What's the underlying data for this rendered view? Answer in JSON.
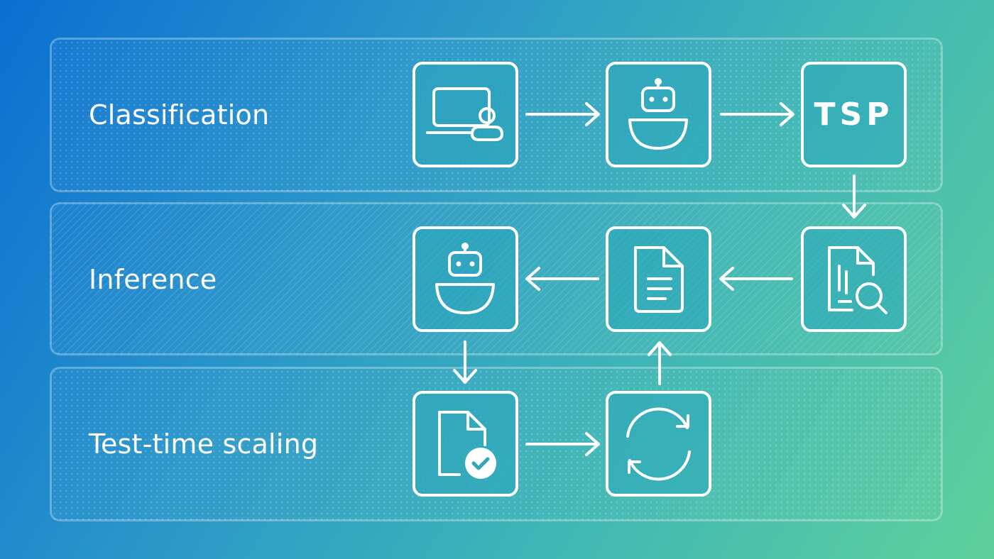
{
  "stages": {
    "classification": "Classification",
    "inference": "Inference",
    "test_time_scaling": "Test-time scaling"
  },
  "nodes": {
    "tsp_text": "TSP",
    "icons": [
      "laptop-user-icon",
      "robot-icon",
      "tsp-icon",
      "document-search-icon",
      "document-icon",
      "robot-icon",
      "document-check-icon",
      "refresh-icon"
    ]
  },
  "colors": {
    "gradient_start": "#0a6fd2",
    "gradient_end": "#5fd09c",
    "stroke": "#ffffff",
    "node_fill": "#28a5b9"
  }
}
